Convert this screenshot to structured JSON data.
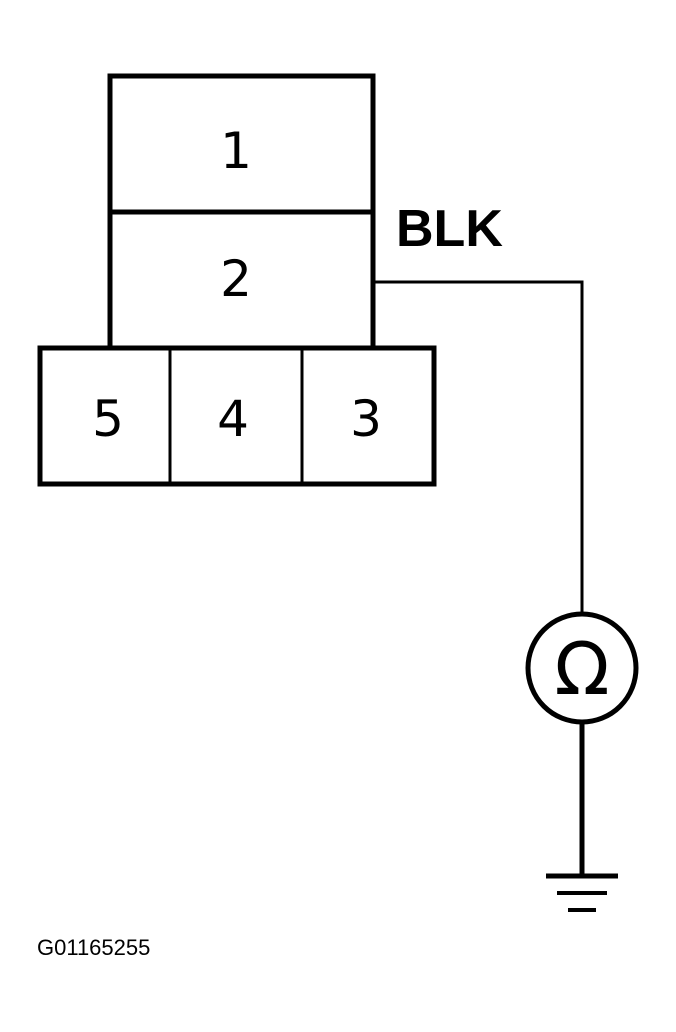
{
  "connector": {
    "pins": [
      {
        "number": "1"
      },
      {
        "number": "2"
      },
      {
        "number": "3"
      },
      {
        "number": "4"
      },
      {
        "number": "5"
      }
    ]
  },
  "wire": {
    "color_label": "BLK",
    "connected_pin": "2"
  },
  "meter": {
    "symbol": "Ω",
    "icon": "ohmmeter-icon"
  },
  "ground": {
    "icon": "ground-icon"
  },
  "figure_id": "G01165255",
  "colors": {
    "line": "#000000",
    "background": "#ffffff"
  }
}
